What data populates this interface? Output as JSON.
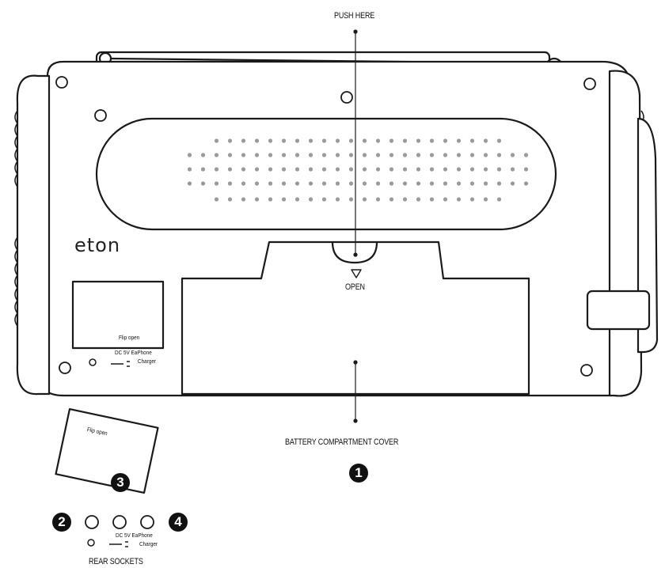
{
  "labels": {
    "push_here": "PUSH HERE",
    "open": "OPEN",
    "battery_cover": "BATTERY COMPARTMENT COVER",
    "rear_sockets": "REAR SOCKETS",
    "flip_open": "Flip open",
    "sockets_caption_line1": "DC 5V EaPhone",
    "sockets_caption_line2": "Charger",
    "card_label": "Flip open"
  },
  "brand": "eton",
  "callouts": [
    "1",
    "2",
    "3",
    "4"
  ],
  "colors": {
    "line": "#1a1a1a",
    "background": "#ffffff"
  }
}
